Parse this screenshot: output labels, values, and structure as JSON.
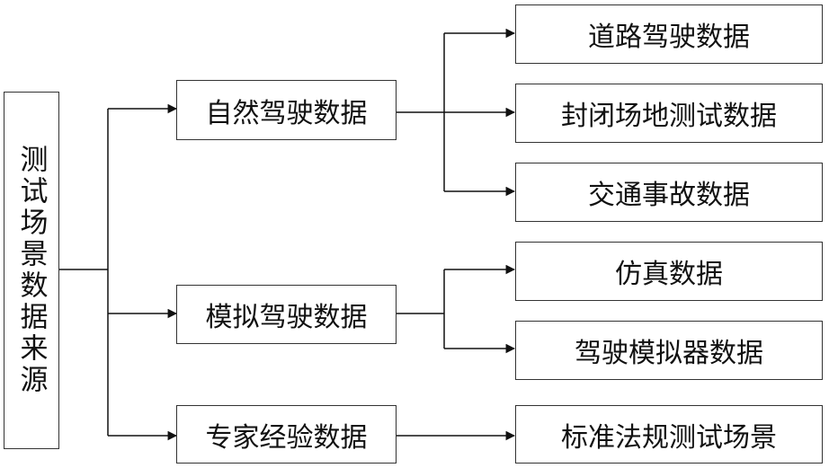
{
  "root": {
    "label": "测试场景数据来源"
  },
  "categories": [
    {
      "label": "自然驾驶数据",
      "children": [
        "道路驾驶数据",
        "封闭场地测试数据",
        "交通事故数据"
      ]
    },
    {
      "label": "模拟驾驶数据",
      "children": [
        "仿真数据",
        "驾驶模拟器数据"
      ]
    },
    {
      "label": "专家经验数据",
      "children": [
        "标准法规测试场景"
      ]
    }
  ]
}
